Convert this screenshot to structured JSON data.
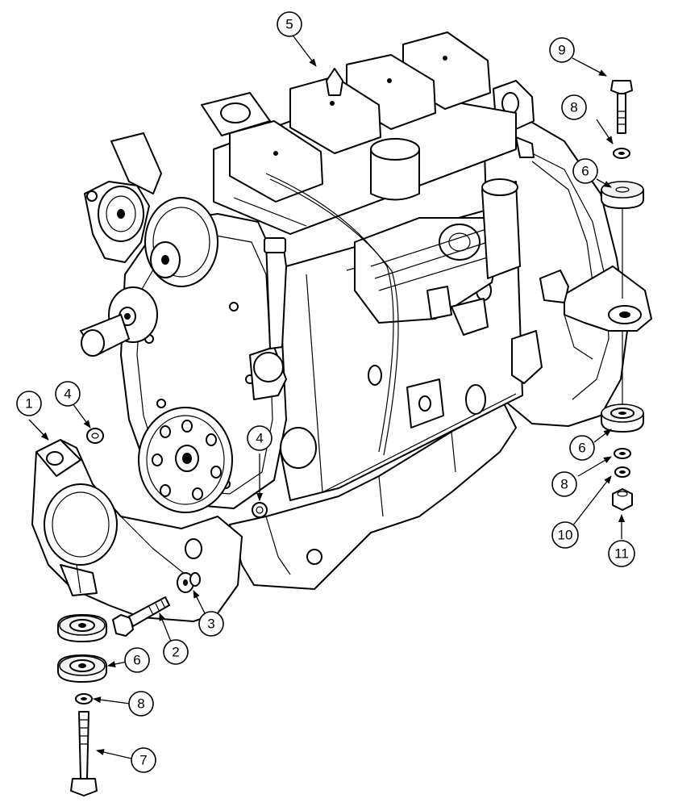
{
  "callouts": [
    {
      "id": "c1",
      "label": "1"
    },
    {
      "id": "c2",
      "label": "2"
    },
    {
      "id": "c3",
      "label": "3"
    },
    {
      "id": "c4a",
      "label": "4"
    },
    {
      "id": "c4b",
      "label": "4"
    },
    {
      "id": "c5",
      "label": "5"
    },
    {
      "id": "c6a",
      "label": "6"
    },
    {
      "id": "c6b",
      "label": "6"
    },
    {
      "id": "c6c",
      "label": "6"
    },
    {
      "id": "c7",
      "label": "7"
    },
    {
      "id": "c8a",
      "label": "8"
    },
    {
      "id": "c8b",
      "label": "8"
    },
    {
      "id": "c8c",
      "label": "8"
    },
    {
      "id": "c9",
      "label": "9"
    },
    {
      "id": "c10",
      "label": "10"
    },
    {
      "id": "c11",
      "label": "11"
    }
  ],
  "colors": {
    "line": "#000000",
    "paper": "#ffffff"
  }
}
